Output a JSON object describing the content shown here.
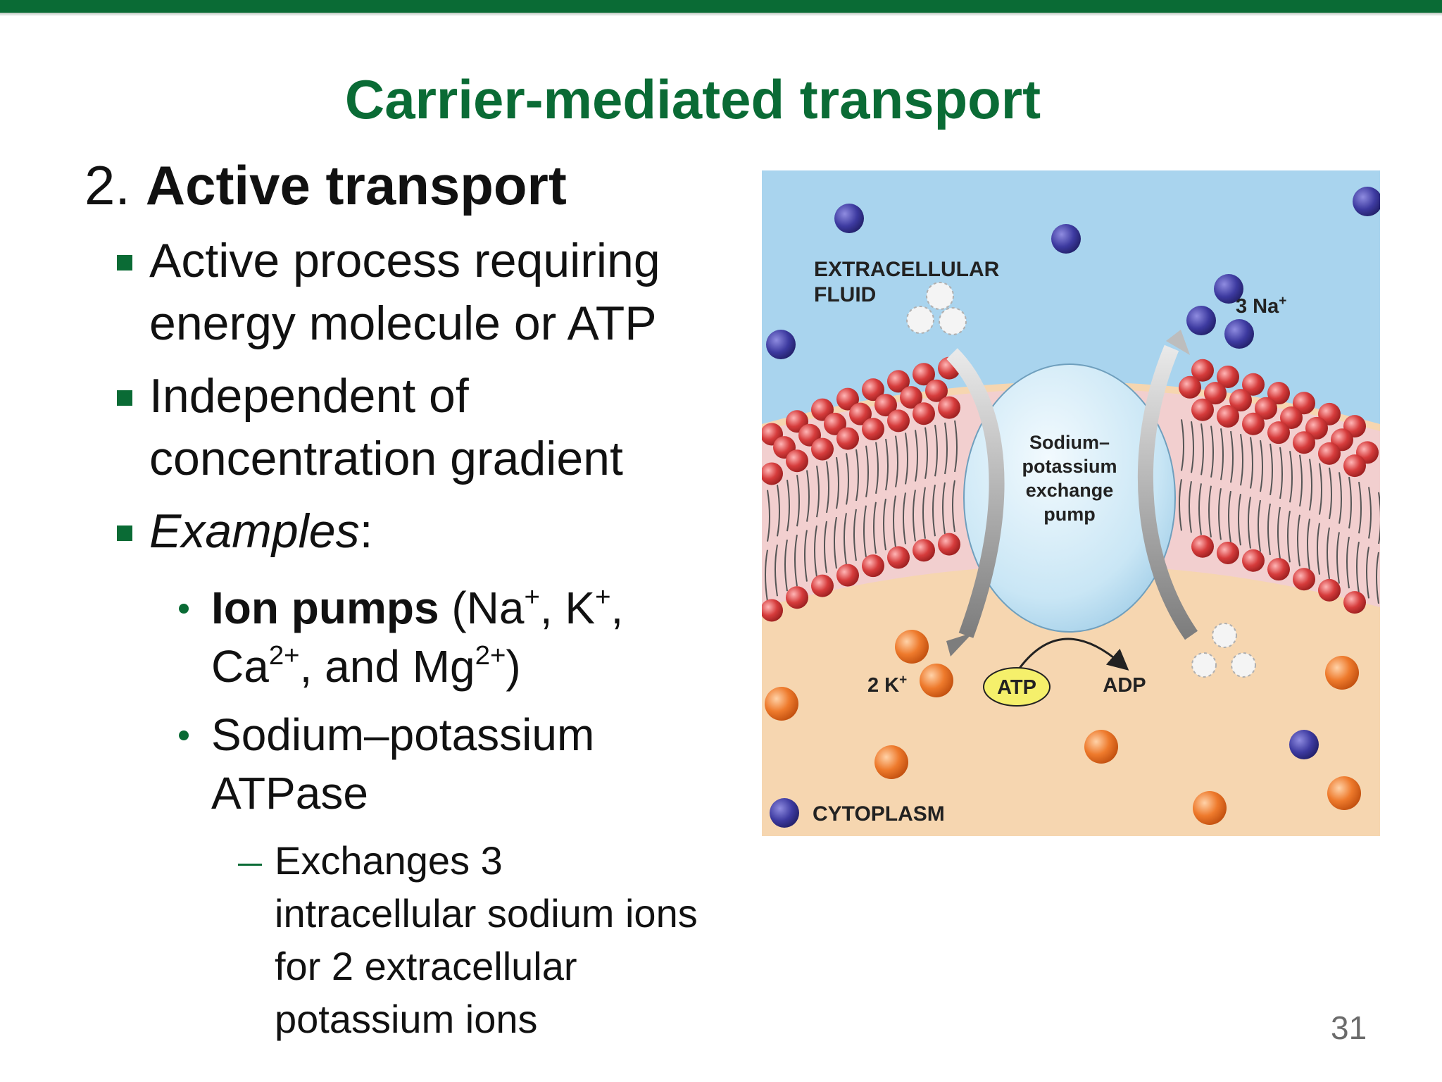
{
  "slide": {
    "title": "Carrier-mediated transport",
    "heading_number": "2.",
    "heading_text": "Active transport",
    "page_number": "31"
  },
  "bullets": [
    {
      "lines": [
        "Active process requiring",
        "energy molecule or ATP"
      ]
    },
    {
      "lines": [
        "Independent of",
        "concentration gradient"
      ]
    },
    {
      "text": "Examples",
      "suffix": ":"
    }
  ],
  "sub_bullets": {
    "ion_pumps_bold": "Ion pumps",
    "ion_pumps_rest": {
      "open": "(Na",
      "na_charge": "+",
      "sep1": ", K",
      "k_charge": "+",
      "sep2": ",",
      "ca": "Ca",
      "ca_charge": "2+",
      "and": ", and Mg",
      "mg_charge": "2+",
      "close": ")"
    },
    "atpase_lines": [
      "Sodium–potassium",
      "ATPase"
    ]
  },
  "detail_lines": [
    "Exchanges 3",
    "intracellular sodium ions",
    "for 2 extracellular",
    "potassium ions"
  ],
  "diagram": {
    "extracellular_label": [
      "EXTRACELLULAR",
      "FLUID"
    ],
    "cytoplasm_label": "CYTOPLASM",
    "sodium_label": "3 Na",
    "sodium_charge": "+",
    "potassium_label": "2 K",
    "potassium_charge": "+",
    "pump_label": [
      "Sodium–",
      "potassium",
      "exchange",
      "pump"
    ],
    "atp_label": "ATP",
    "adp_label": "ADP",
    "colors": {
      "extracellular": "#a9d4ee",
      "cytoplasm": "#f6d6b0",
      "membrane_core": "#f2cfcf",
      "lipid_head": "#d63c3c",
      "sodium": "#3d3aa0",
      "potassium": "#ea6b1e",
      "pump": "#c9e6f5",
      "atp": "#f5f06b",
      "brand_green": "#0a6b35"
    }
  }
}
